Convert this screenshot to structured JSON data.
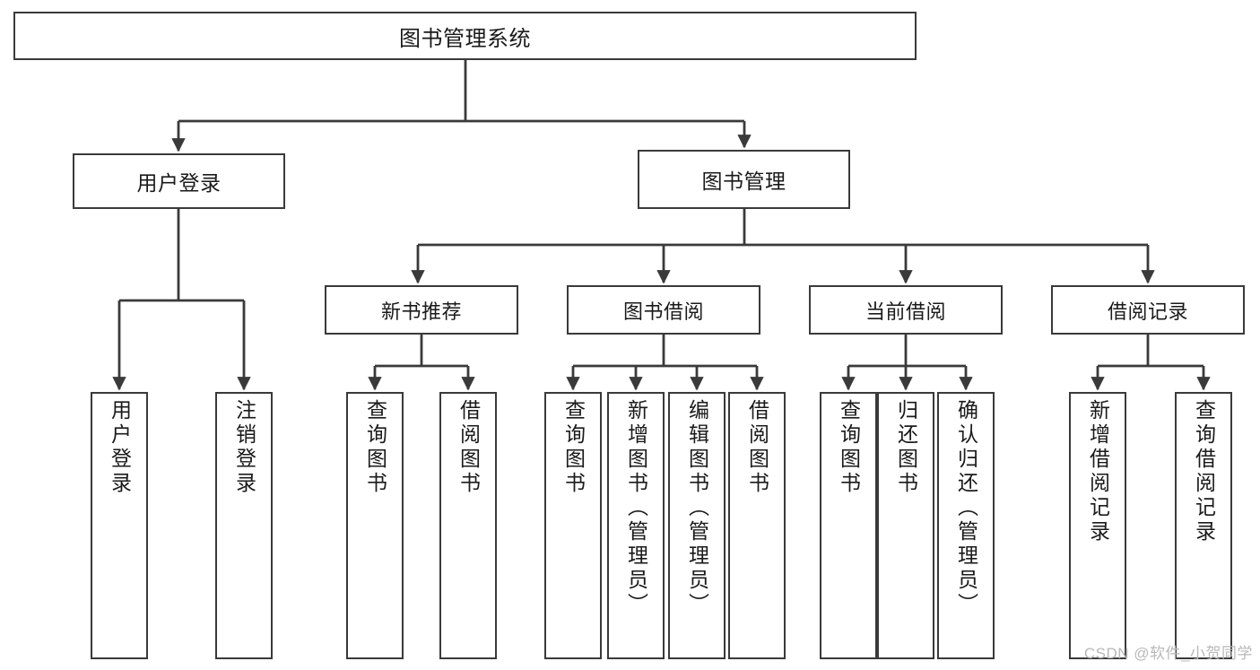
{
  "diagram": {
    "title": "图书管理系统",
    "type": "tree-hierarchy",
    "colors": {
      "stroke": "#3a3a3a",
      "fill": "#ffffff",
      "text": "#1a1a1a",
      "watermark": "#b8b8b8"
    }
  },
  "root": {
    "label": "图书管理系统"
  },
  "level1": [
    {
      "label": "用户登录"
    },
    {
      "label": "图书管理"
    }
  ],
  "level2": [
    {
      "label": "新书推荐"
    },
    {
      "label": "图书借阅"
    },
    {
      "label": "当前借阅"
    },
    {
      "label": "借阅记录"
    }
  ],
  "leaves": {
    "user_login": [
      {
        "label": "用户登录"
      },
      {
        "label": "注销登录"
      }
    ],
    "new_book_recommend": [
      {
        "label": "查询图书"
      },
      {
        "label": "借阅图书"
      }
    ],
    "book_borrow": [
      {
        "label": "查询图书"
      },
      {
        "label": "新增图书（管理员）"
      },
      {
        "label": "编辑图书（管理员）"
      },
      {
        "label": "借阅图书"
      }
    ],
    "current_borrow": [
      {
        "label": "查询图书"
      },
      {
        "label": "归还图书"
      },
      {
        "label": "确认归还（管理员）"
      }
    ],
    "borrow_record": [
      {
        "label": "新增借阅记录"
      },
      {
        "label": "查询借阅记录"
      }
    ]
  },
  "watermark": {
    "text": "CSDN @软件_小贺同学"
  }
}
